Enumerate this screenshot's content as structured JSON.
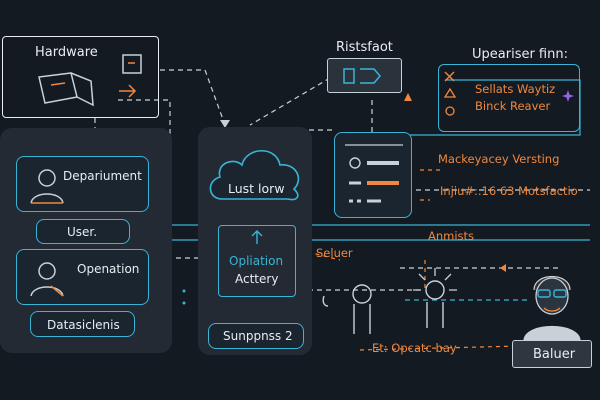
{
  "diagram": {
    "hardware": {
      "title": "Hardware"
    },
    "left_panel": {
      "department_label": "Depariument",
      "user_label": "User.",
      "operation_label": "Openation",
      "datasets_label": "Datasiclenis"
    },
    "center": {
      "cloud_label": "Lust lorw",
      "operation_label": "Opliation",
      "activity_label": "Acttery",
      "support_label": "Sunppnss 2"
    },
    "top_center_title": "Ristsfaot",
    "right_top": {
      "title": "Upeariser finn:",
      "line1": "Sellats Waytiz",
      "line2": "Binck Reaver"
    },
    "annotations": {
      "versioning": "Mackeyacey Versting",
      "metrics": "Injiu#:.16 63 Motsfactio",
      "analysts": "Anmists",
      "seller": "Seluer",
      "operate": "Et: Opcatc bay"
    },
    "person_label": "Baluer",
    "colors": {
      "background": "#141a22",
      "accent_cyan": "#3ab4d6",
      "accent_orange": "#f0883e",
      "accent_purple": "#9a62e6",
      "panel": "#232a33"
    }
  }
}
